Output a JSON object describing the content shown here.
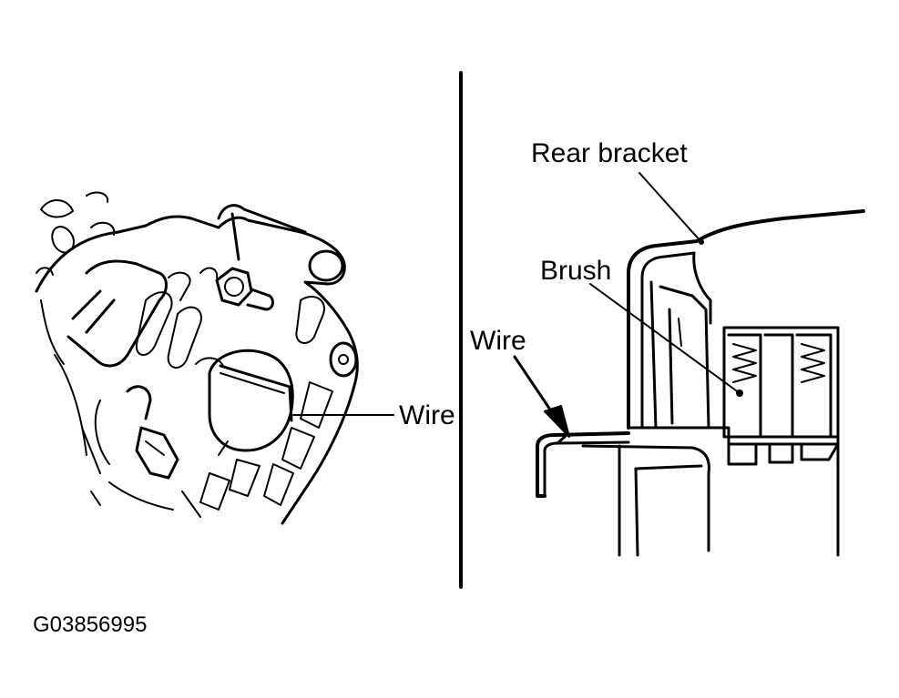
{
  "labels": {
    "left_wire": "Wire",
    "right_wire": "Wire",
    "rear_bracket": "Rear bracket",
    "brush": "Brush",
    "figure_code": "G03856995"
  }
}
